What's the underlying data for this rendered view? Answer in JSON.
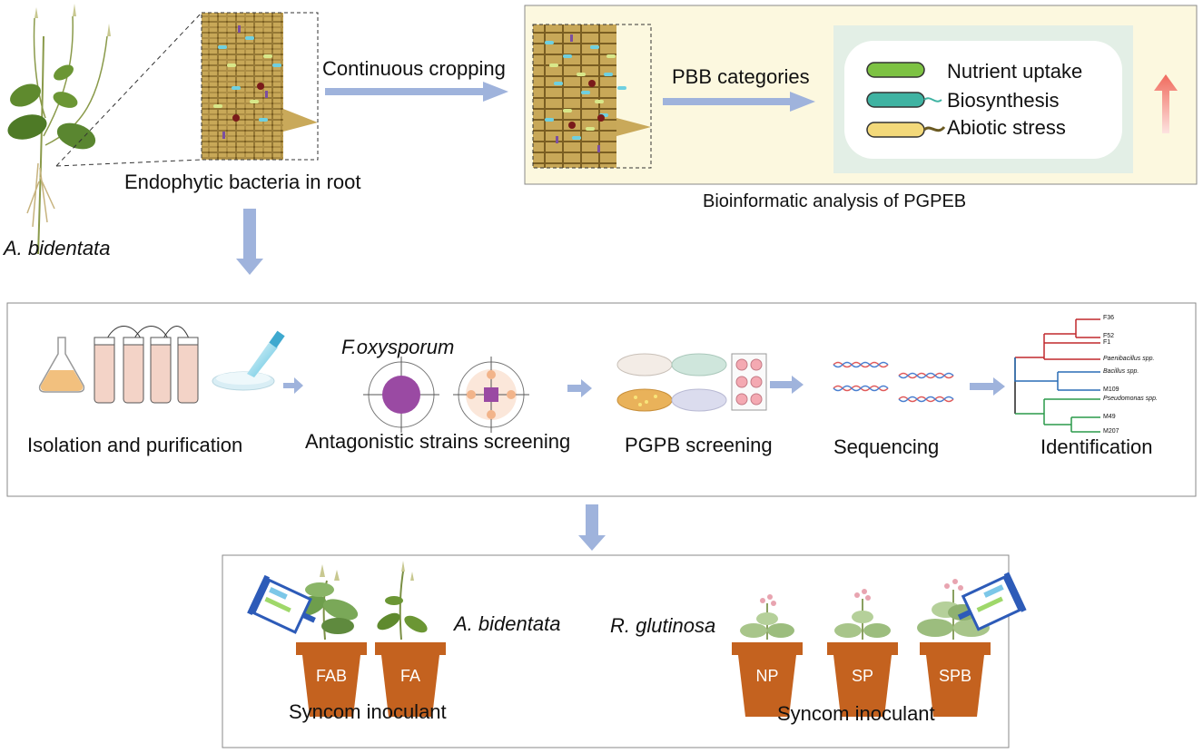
{
  "top": {
    "species_label": "A. bidentata",
    "root_label": "Endophytic bacteria in root",
    "arrow_label": "Continuous cropping",
    "pbb_label": "PBB categories",
    "categories": [
      "Nutrient uptake",
      "Biosynthesis",
      "Abiotic stress"
    ],
    "analysis_label": "Bioinformatic analysis of PGPEB"
  },
  "middle": {
    "pathogen_label": "F.oxysporum",
    "steps": [
      "Isolation and purification",
      "Antagonistic strains screening",
      "PGPB screening",
      "Sequencing",
      "Identification"
    ],
    "tree_leaves": [
      "F36",
      "F52",
      "F1",
      "Paenibacillus spp.",
      "Bacillus spp.",
      "M109",
      "Pseudomonas spp.",
      "M49",
      "M207"
    ]
  },
  "bottom": {
    "species_a": "A. bidentata",
    "species_b": "R. glutinosa",
    "pots_a": [
      "FAB",
      "FA"
    ],
    "pots_b": [
      "NP",
      "SP",
      "SPB"
    ],
    "caption_a": "Syncom inoculant",
    "caption_b": "Syncom inoculant"
  },
  "colors": {
    "arrow": "#9fb3dc",
    "panel_bg": "#fcf8df",
    "pot": "#c4621f",
    "cell": "#c9a95a"
  }
}
